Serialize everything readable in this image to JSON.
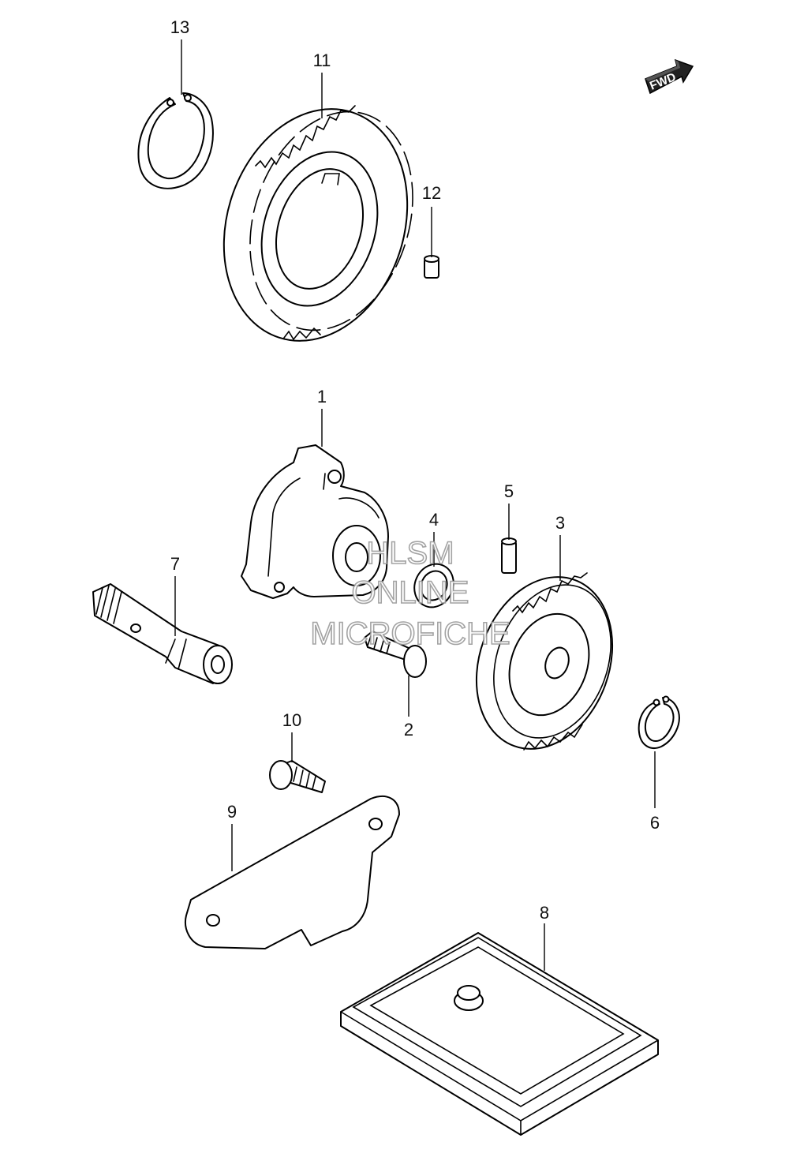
{
  "callouts": {
    "p1": "1",
    "p2": "2",
    "p3": "3",
    "p4": "4",
    "p5": "5",
    "p6": "6",
    "p7": "7",
    "p8": "8",
    "p9": "9",
    "p10": "10",
    "p11": "11",
    "p12": "12",
    "p13": "13"
  },
  "fwd_label": "FWD",
  "watermark": {
    "line1": "HLSM",
    "line2": "ONLINE",
    "line3": "MICROFICHE"
  }
}
